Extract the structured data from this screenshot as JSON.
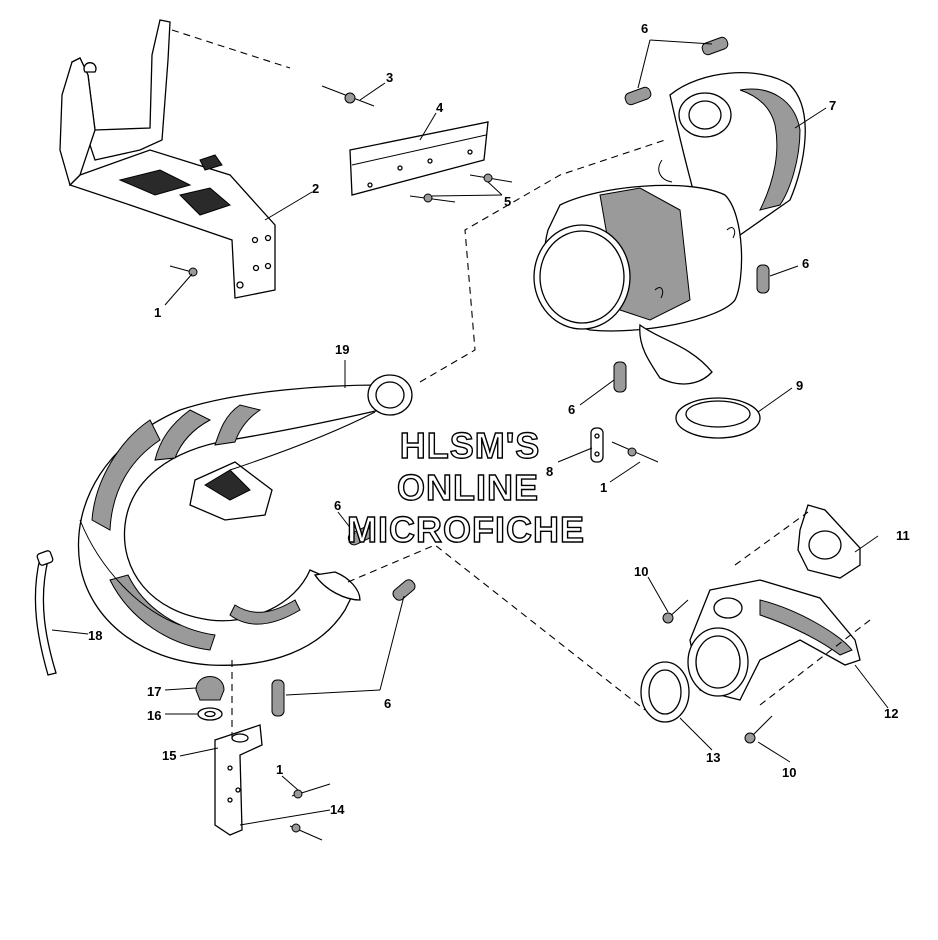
{
  "watermark": {
    "line1": "HLSM'S",
    "line2": "ONLINE",
    "line3": "MICROFICHE"
  },
  "callouts": {
    "c1a": "1",
    "c1b": "1",
    "c1c": "1",
    "c2": "2",
    "c3": "3",
    "c4": "4",
    "c5": "5",
    "c6a": "6",
    "c6b": "6",
    "c6c": "6",
    "c6d": "6",
    "c6e": "6",
    "c7": "7",
    "c8": "8",
    "c9": "9",
    "c10a": "10",
    "c10b": "10",
    "c11": "11",
    "c12": "12",
    "c13": "13",
    "c14": "14",
    "c15": "15",
    "c16": "16",
    "c17": "17",
    "c18": "18",
    "c19": "19"
  }
}
